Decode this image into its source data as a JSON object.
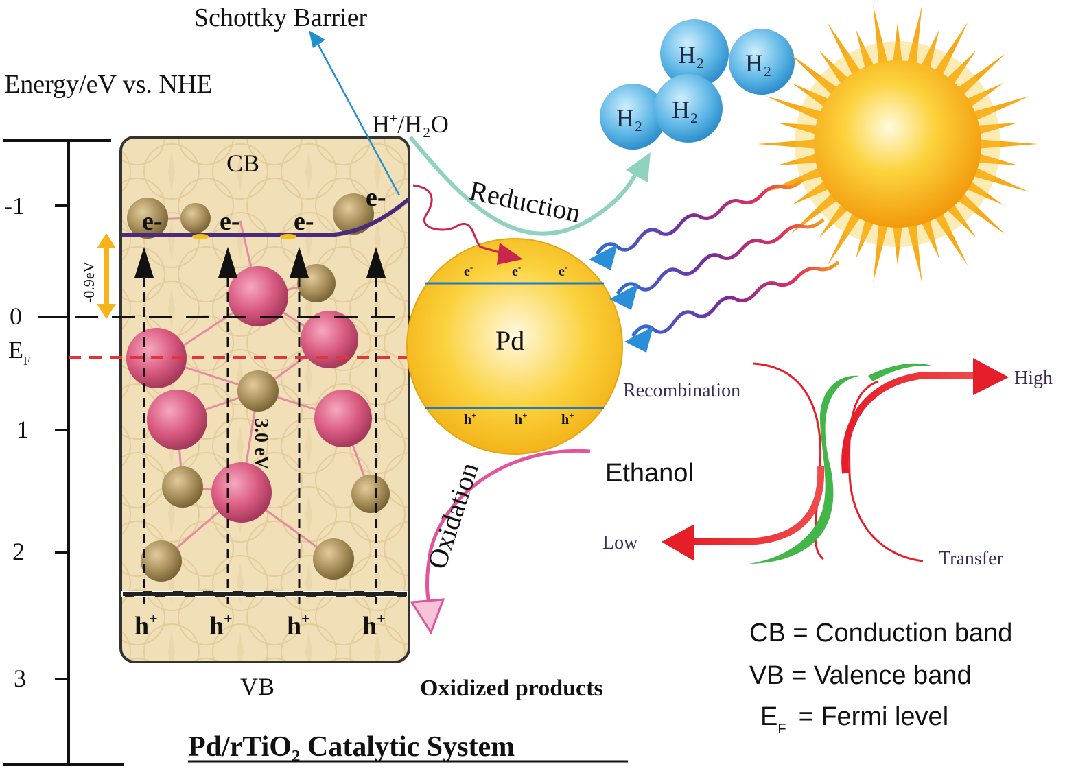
{
  "figure": {
    "title": "Pd/rTiO₂ Catalytic System",
    "axis_label": "Energy/eV vs. NHE",
    "axis_ticks": [
      "-1",
      "0",
      "1",
      "2",
      "3"
    ],
    "fermi_label": "E",
    "fermi_sub": "F"
  },
  "band": {
    "cb_label": "CB",
    "vb_label": "VB",
    "electron": "e-",
    "hole": "h",
    "hole_sup": "+",
    "gap_label": "3.0 eV",
    "offset_label": "-0.9eV"
  },
  "pd": {
    "label": "Pd",
    "electron": "e",
    "electron_sup": "-",
    "hole": "h",
    "hole_sup": "+"
  },
  "annotations": {
    "schottky": "Schottky Barrier",
    "proton_pre": "H",
    "proton_sup": "+",
    "proton_post": "/H₂O",
    "reduction": "Reduction",
    "oxidation": "Oxidation",
    "ethanol": "Ethanol",
    "oxidized_products": "Oxidized products",
    "h2": "H₂"
  },
  "recombination_panel": {
    "recombination": "Recombination",
    "transfer": "Transfer",
    "high": "High",
    "low": "Low"
  },
  "legend": {
    "cb_line": "CB = Conduction band",
    "vb_line": "VB = Valence band",
    "ef_symbol": "E",
    "ef_sub": "F",
    "ef_def": "= Fermi level"
  },
  "colors": {
    "band_fill": "#f1dfb8",
    "ti_atom": "#d95a80",
    "o_atom": "#a8905c",
    "pd_sphere": "#f8c626",
    "h2_bubble": "#5db6e6",
    "sun": "#f8b612",
    "fermi_line": "#e0353b",
    "cb_edge": "#4a2a7a",
    "reduction_arrow": "#8ed2bf",
    "oxidation_arrow": "#e3559a",
    "arrow_red": "#e61e2a",
    "arrow_green": "#43b649"
  }
}
